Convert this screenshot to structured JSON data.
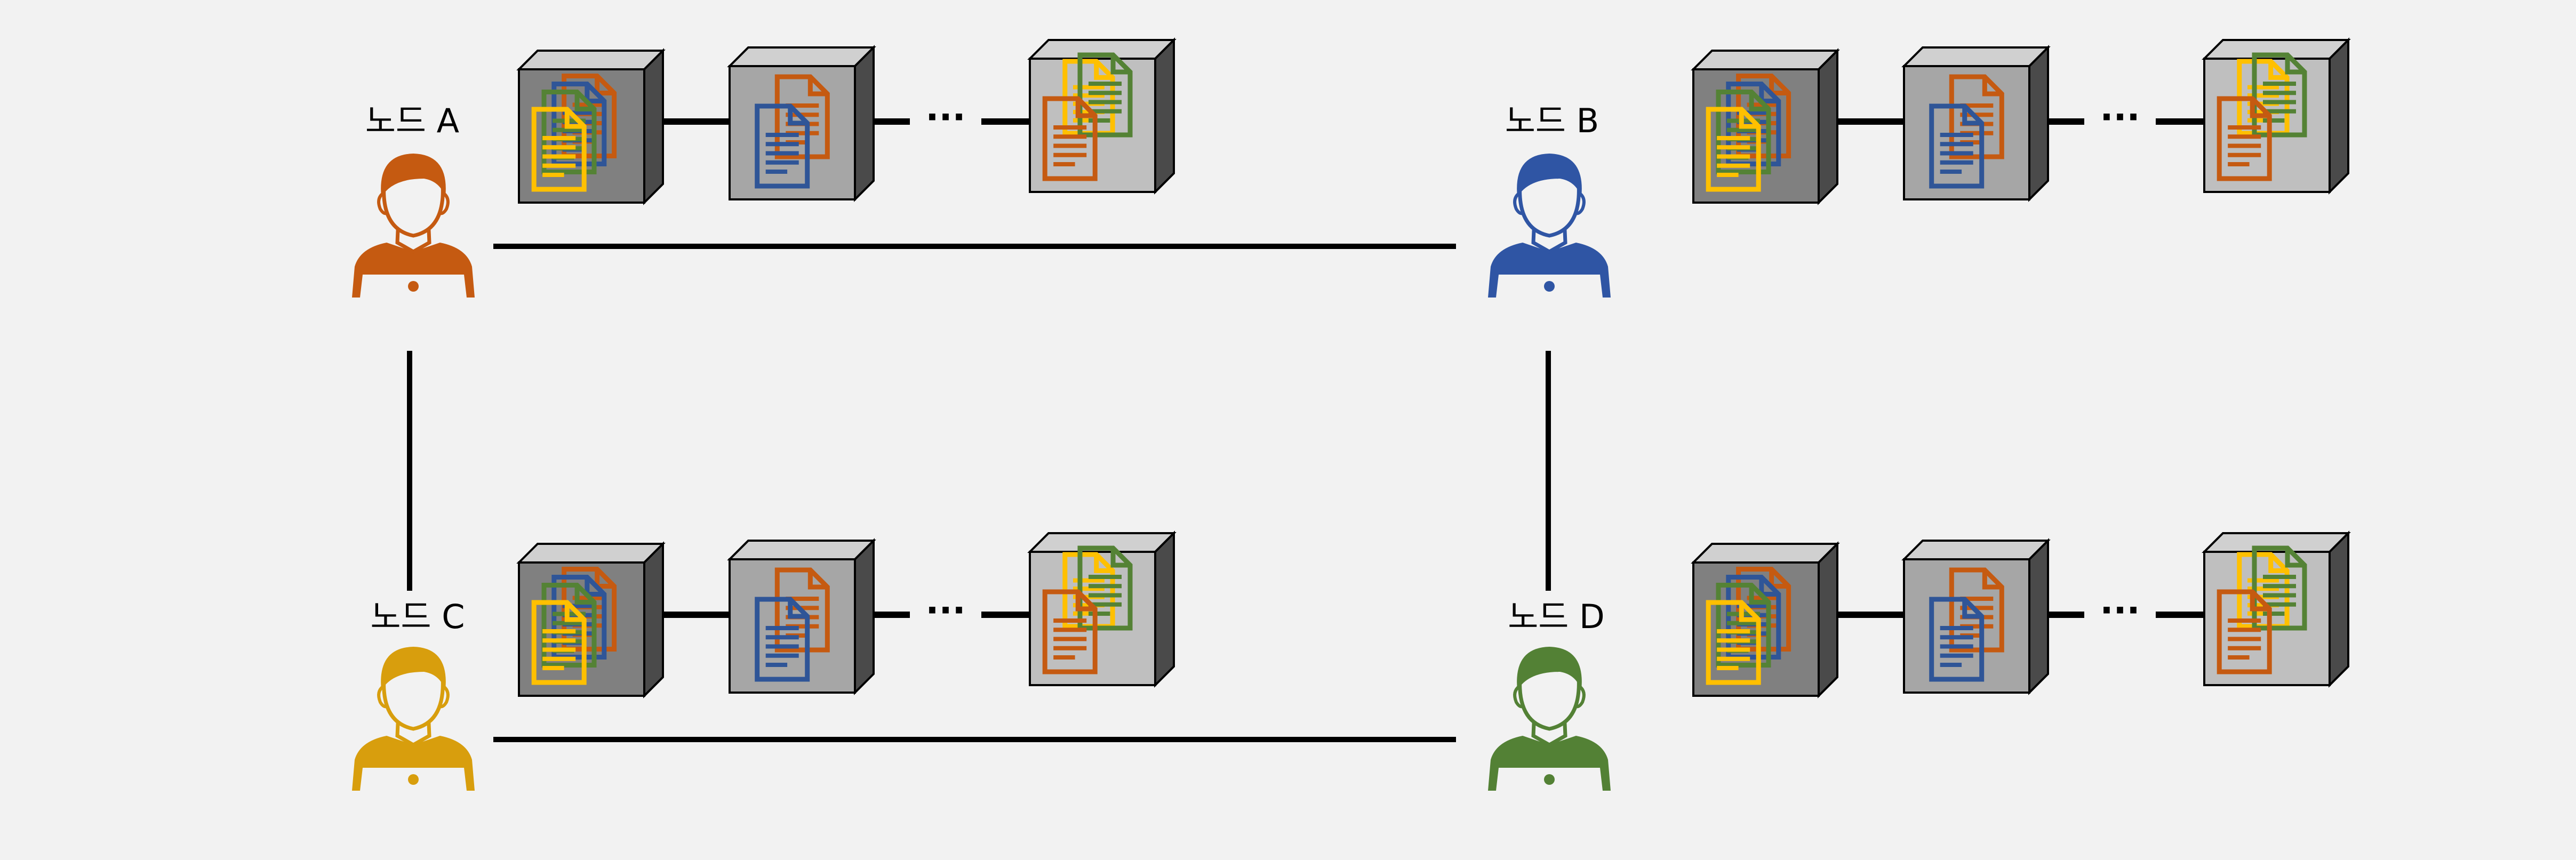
{
  "nodes": [
    {
      "id": "a",
      "label": "노드 A",
      "color": "#c55a11"
    },
    {
      "id": "b",
      "label": "노드 B",
      "color": "#2f55a4"
    },
    {
      "id": "c",
      "label": "노드 C",
      "color": "#d89e0d"
    },
    {
      "id": "d",
      "label": "노드 D",
      "color": "#538135"
    }
  ],
  "chains": [
    {
      "node": "a",
      "ellipsis": "···"
    },
    {
      "node": "b",
      "ellipsis": "···"
    },
    {
      "node": "c",
      "ellipsis": "···"
    },
    {
      "node": "d",
      "ellipsis": "···"
    }
  ],
  "block_colors": {
    "dark": "#808080",
    "mid": "#a6a6a6",
    "light": "#bfbfbf"
  },
  "document_colors": [
    "#c55a11",
    "#2f5597",
    "#548235",
    "#ffc000"
  ],
  "link_color": "#000000",
  "icons": {
    "user": "user-computer-icon",
    "document": "document-icon",
    "block": "cube-block-icon"
  }
}
